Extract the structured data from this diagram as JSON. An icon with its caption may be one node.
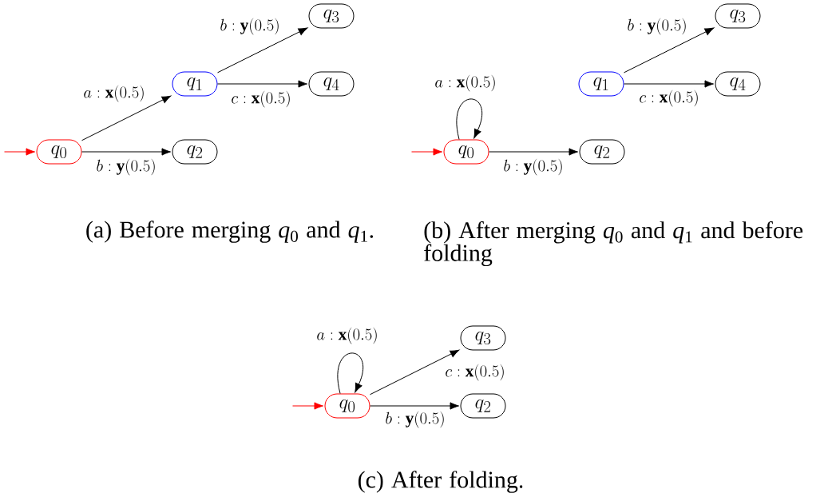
{
  "diagram": {
    "nodes": [
      {
        "text": [
          "q_0"
        ]
      },
      {
        "text": [
          "q_1"
        ]
      },
      {
        "text": [
          "q_2"
        ]
      },
      {
        "text": [
          "q_3"
        ]
      },
      {
        "text": [
          "q_4"
        ]
      },
      {
        "text": [
          "q_0"
        ]
      },
      {
        "text": [
          "q_1"
        ]
      },
      {
        "text": [
          "q_2"
        ]
      },
      {
        "text": [
          "q_3"
        ]
      },
      {
        "text": [
          "q_4"
        ]
      },
      {
        "text": [
          "q_0"
        ]
      },
      {
        "text": [
          "q_3"
        ]
      },
      {
        "text": [
          "q_2"
        ]
      }
    ],
    "edges": [
      {
        "from": null,
        "to": 0,
        "arrow": "to",
        "color": "#ff0000"
      },
      {
        "from": 0,
        "to": 1,
        "arrow": "to",
        "label": "a : \\mathbf{x}(0.5)"
      },
      {
        "from": 0,
        "to": 2,
        "arrow": "to",
        "label": "b : \\mathbf{y}(0.5)"
      },
      {
        "from": 1,
        "to": 3,
        "arrow": "to",
        "label": "b : \\mathbf{y}(0.5)"
      },
      {
        "from": 1,
        "to": 4,
        "arrow": "to",
        "label": "c : \\mathbf{x}(0.5)"
      },
      {
        "from": null,
        "to": 5,
        "arrow": "to",
        "color": "#ff0000"
      },
      {
        "from": 5,
        "to": 5,
        "arrow": "to",
        "label": "a : \\mathbf{x}(0.5)"
      },
      {
        "from": 5,
        "to": 7,
        "arrow": "to",
        "label": "b : \\mathbf{y}(0.5)"
      },
      {
        "from": 6,
        "to": 8,
        "arrow": "to",
        "label": "b : \\mathbf{y}(0.5)"
      },
      {
        "from": 6,
        "to": 9,
        "arrow": "to",
        "label": "c : \\mathbf{x}(0.5)"
      },
      {
        "from": null,
        "to": 10,
        "arrow": "to",
        "color": "#ff0000"
      },
      {
        "from": 10,
        "to": 10,
        "arrow": "to",
        "label": "a : \\mathbf{x}(0.5)"
      },
      {
        "from": 10,
        "to": 11,
        "arrow": "to",
        "label": "c : \\mathbf{x}(0.5)"
      },
      {
        "from": 10,
        "to": 12,
        "arrow": "to",
        "label": "b : \\mathbf{y}(0.5)"
      }
    ],
    "labels": [
      "(a) Before merging *q*$_{0}$ and *q*$_{1}$.",
      "(b) After merging *q*$_{0}$ and *q*$_{1}$ and before folding",
      "(c) After folding."
    ]
  }
}
